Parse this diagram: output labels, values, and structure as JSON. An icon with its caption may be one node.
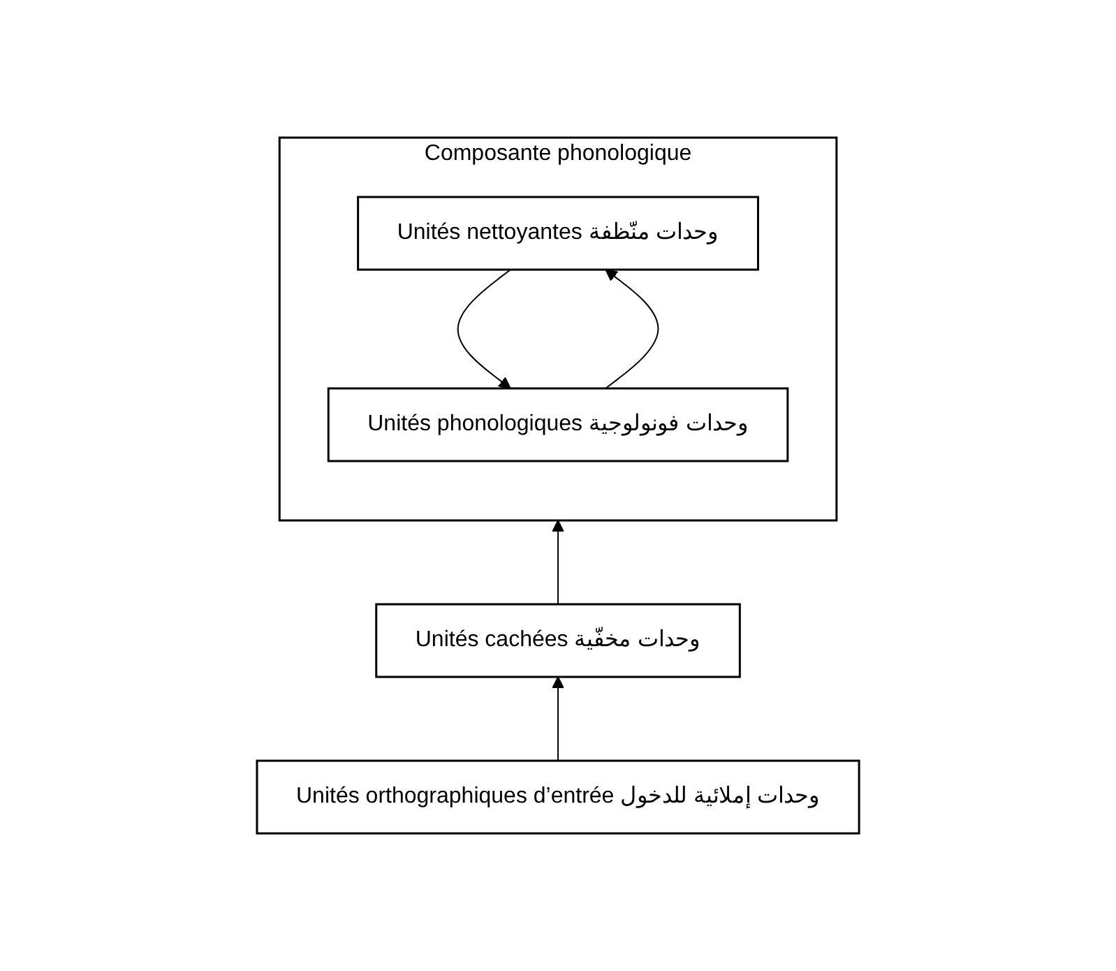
{
  "diagram": {
    "nodes": [
      {
        "text": [
          "Composante phonologique"
        ]
      },
      {
        "text": [
          "Unités nettoyantes  وحدات منّظفة"
        ],
        "in": 0
      },
      {
        "text": [
          "Unités phonologiques  وحدات فونولوجية"
        ],
        "in": 0
      },
      {
        "text": [
          "Unités cachées  وحدات مخفّية"
        ]
      },
      {
        "text": [
          "Unités orthographiques d’entrée  وحدات إملائية للدخول"
        ]
      }
    ],
    "edges": [
      {
        "from": 1,
        "to": 2,
        "arrow": "to"
      },
      {
        "from": 2,
        "to": 1,
        "arrow": "to"
      },
      {
        "from": 3,
        "to": 0,
        "arrow": "to"
      },
      {
        "from": 4,
        "to": 3,
        "arrow": "to"
      }
    ]
  }
}
